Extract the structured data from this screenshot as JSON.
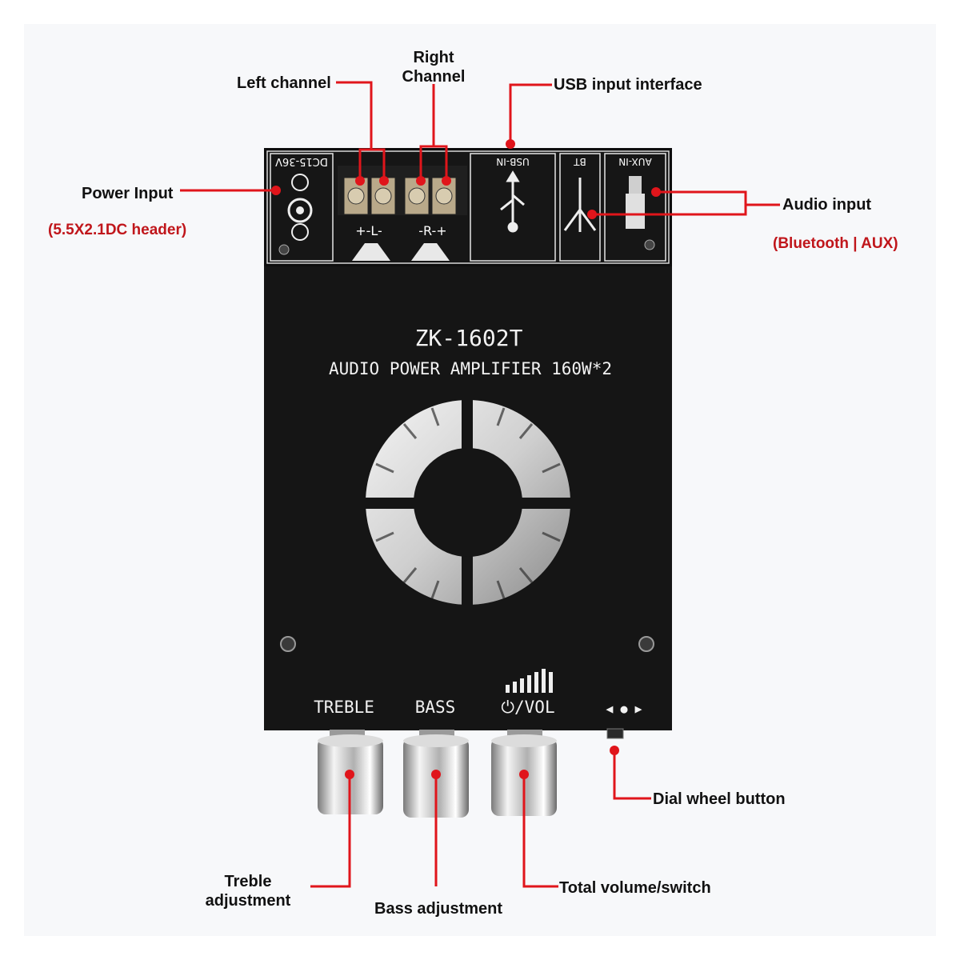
{
  "labels": {
    "left_channel": "Left channel",
    "right_channel_l1": "Right",
    "right_channel_l2": "Channel",
    "usb_input": "USB input interface",
    "power_input": "Power Input",
    "power_input_sub": "(5.5X2.1DC header)",
    "audio_input": "Audio input",
    "audio_input_sub": "(Bluetooth | AUX)",
    "dial_wheel": "Dial wheel button",
    "treble_l1": "Treble",
    "treble_l2": "adjustment",
    "bass_adjustment": "Bass adjustment",
    "total_volume": "Total volume/switch"
  },
  "board": {
    "model": "ZK-1602T",
    "subtitle": "AUDIO POWER AMPLIFIER 160W*2",
    "dc_label": "DC15-36V",
    "usb_label": "USB-IN",
    "bt_label": "BT",
    "aux_label": "AUX-IN",
    "left_terminal": "+-L-",
    "right_terminal": "-R-+",
    "knob_treble": "TREBLE",
    "knob_bass": "BASS",
    "knob_vol": "⏻/VOL",
    "dial_symbol": "◀ ● ▶"
  },
  "colors": {
    "callout_line": "#e0151b",
    "board": "#151515",
    "label_red": "#c0161b"
  }
}
